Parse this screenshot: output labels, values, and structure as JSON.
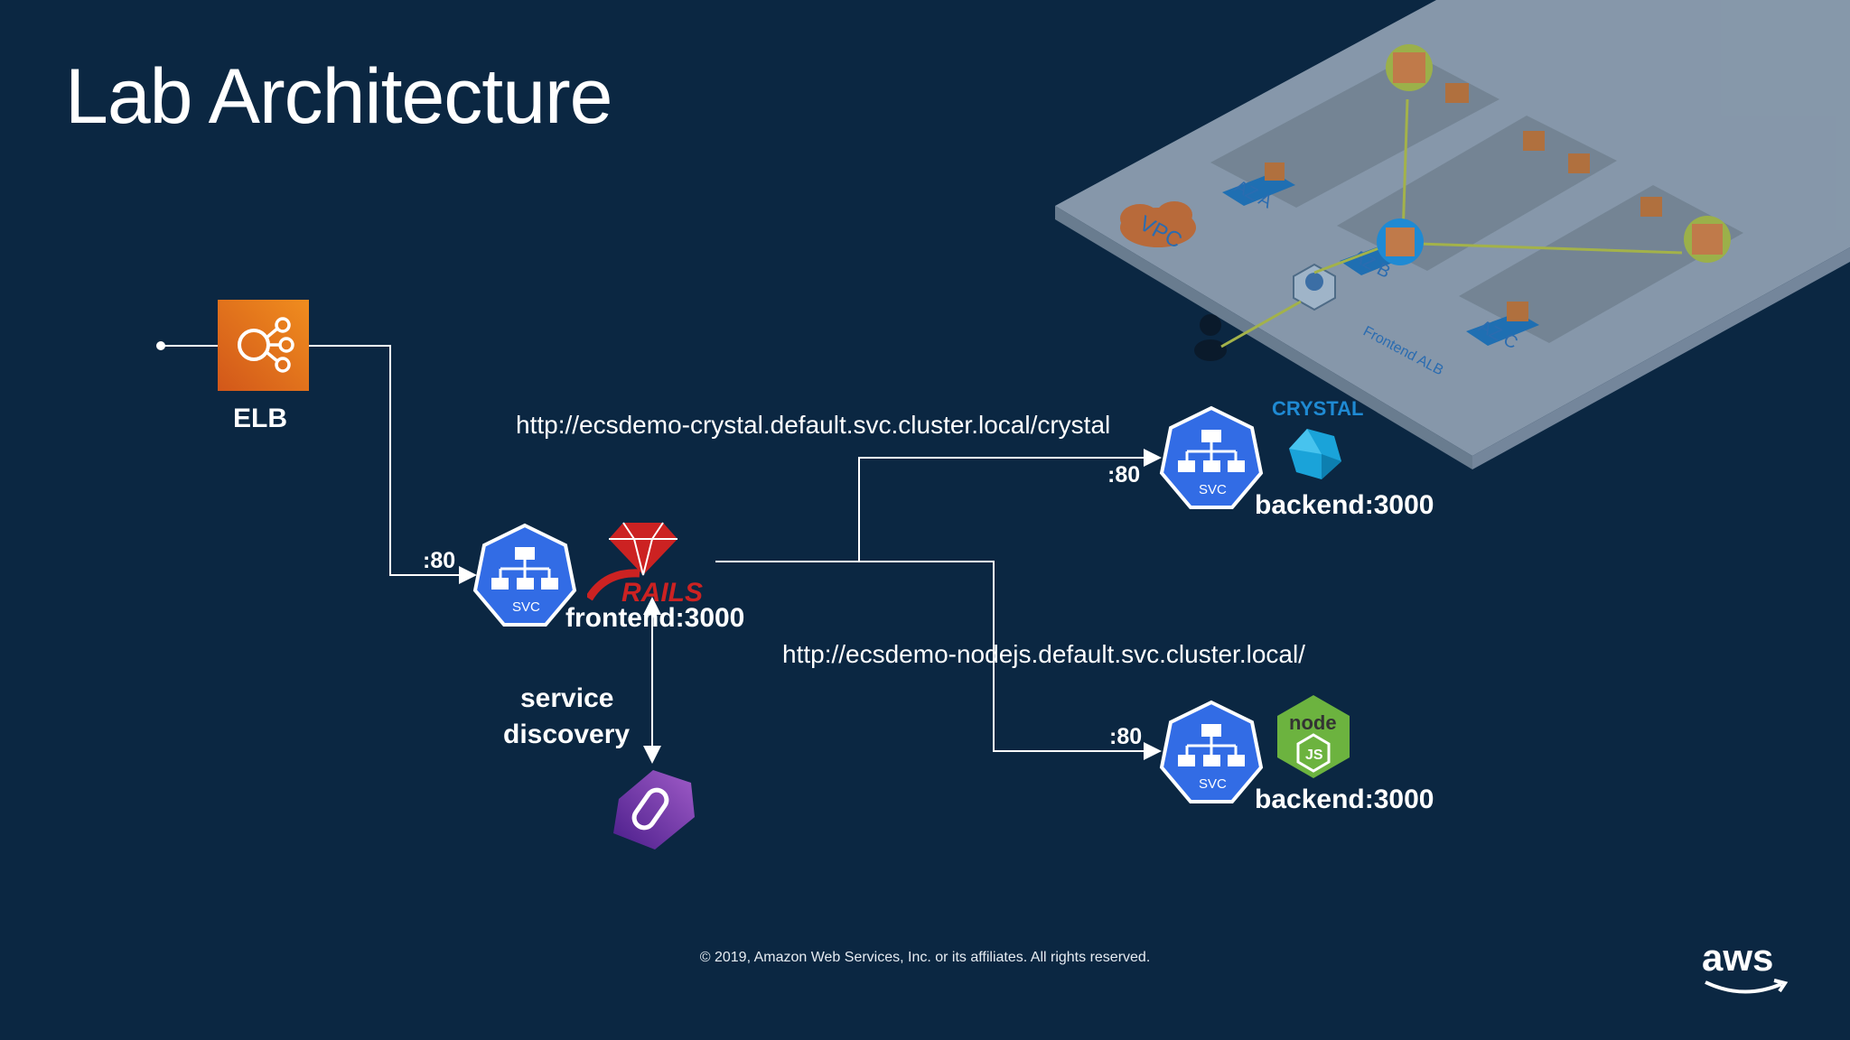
{
  "slide": {
    "title": "Lab Architecture",
    "footer": "© 2019, Amazon Web Services, Inc. or its affiliates. All rights reserved.",
    "logo_text": "aws"
  },
  "elb": {
    "label": "ELB",
    "color": "#e8711b"
  },
  "frontend": {
    "port": ":80",
    "name": "frontend:3000",
    "rails_text": "RAILS",
    "svc_text": "SVC",
    "service_discovery_line1": "service",
    "service_discovery_line2": "discovery"
  },
  "backend_crystal": {
    "url": "http://ecsdemo-crystal.default.svc.cluster.local/crystal",
    "port": ":80",
    "name": "backend:3000",
    "svc_text": "SVC",
    "crystal_text": "CRYSTAL"
  },
  "backend_nodejs": {
    "url": "http://ecsdemo-nodejs.default.svc.cluster.local/",
    "port": ":80",
    "name": "backend:3000",
    "svc_text": "SVC",
    "node_text": "node",
    "js_text": "JS"
  },
  "inset": {
    "vpc_label": "VPC",
    "az_labels": [
      "AZ A",
      "AZ B",
      "AZ C"
    ],
    "alb_label": "Frontend ALB"
  },
  "colors": {
    "background": "#0b2742",
    "svc_blue": "#326ce5",
    "rails_red": "#cc2222",
    "node_green": "#6cb33f",
    "cloud_map_purple": "#7b3fb0"
  }
}
